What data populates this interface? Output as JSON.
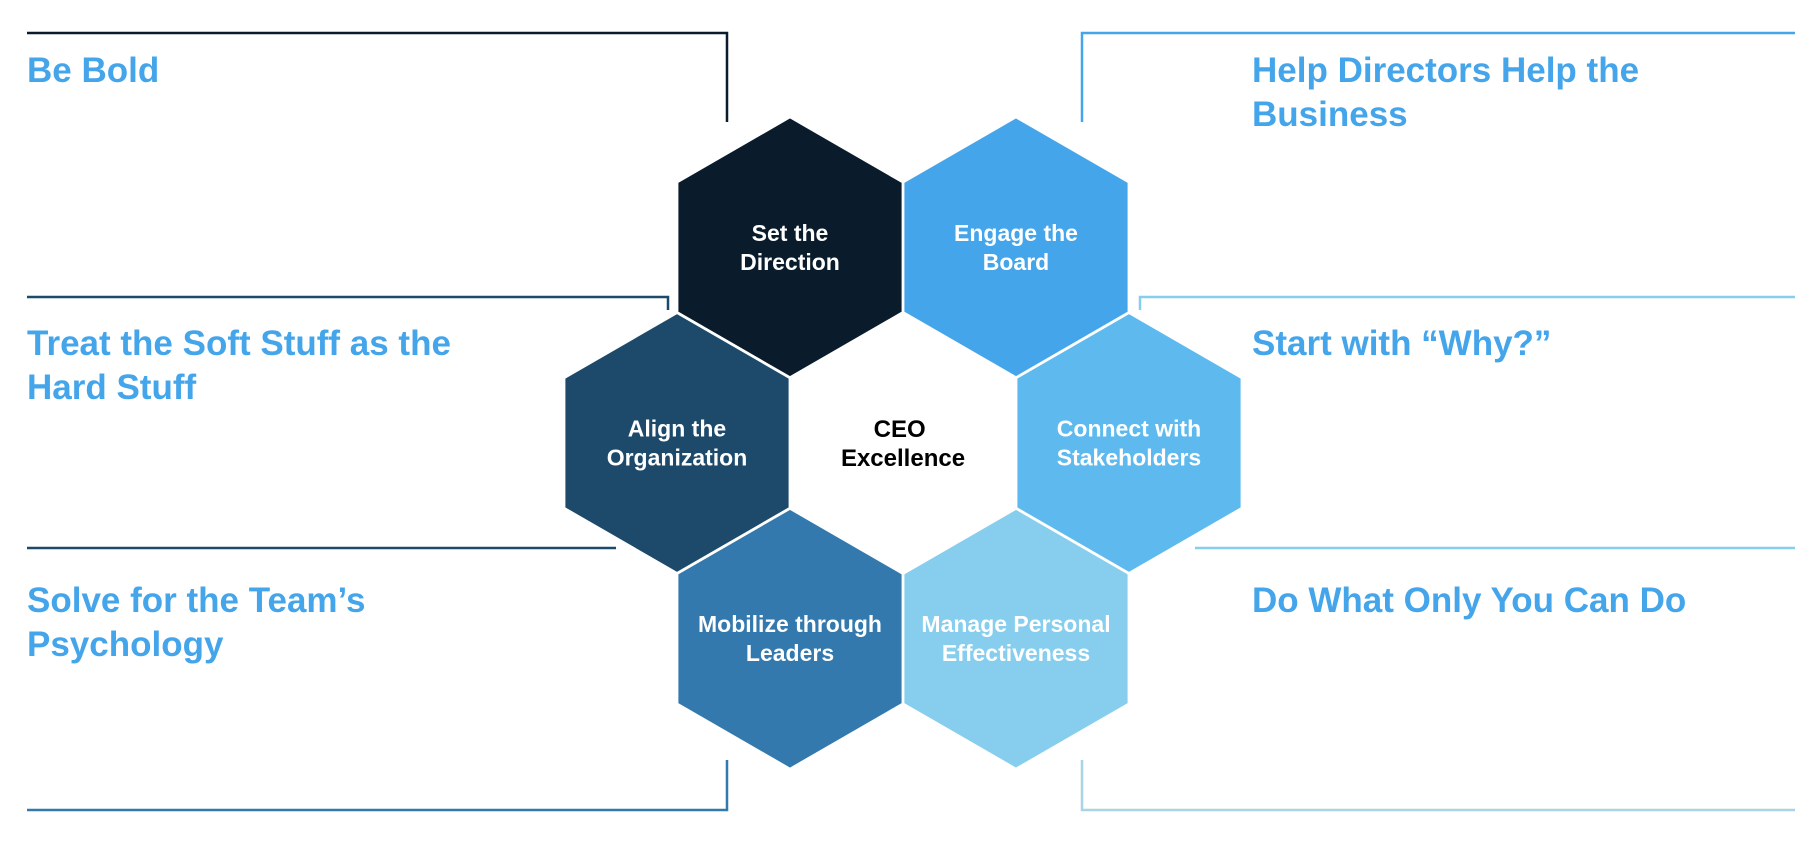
{
  "center": {
    "lines": [
      "CEO",
      "Excellence"
    ],
    "color": "#000000"
  },
  "hexagons": [
    {
      "id": "set-direction",
      "lines": [
        "Set the",
        "Direction"
      ],
      "fill": "#0a1c2c",
      "text_color": "#ffffff"
    },
    {
      "id": "engage-board",
      "lines": [
        "Engage the",
        "Board"
      ],
      "fill": "#45a5ea",
      "text_color": "#ffffff"
    },
    {
      "id": "connect-stakeholders",
      "lines": [
        "Connect with",
        "Stakeholders"
      ],
      "fill": "#5db9ee",
      "text_color": "#ffffff"
    },
    {
      "id": "manage-effectiveness",
      "lines": [
        "Manage Personal",
        "Effectiveness"
      ],
      "fill": "#87ceee",
      "text_color": "#ffffff"
    },
    {
      "id": "mobilize-leaders",
      "lines": [
        "Mobilize through",
        "Leaders"
      ],
      "fill": "#3379ad",
      "text_color": "#ffffff"
    },
    {
      "id": "align-organization",
      "lines": [
        "Align the",
        "Organization"
      ],
      "fill": "#1d4a6b",
      "text_color": "#ffffff"
    }
  ],
  "practices": {
    "top_left": {
      "lines": [
        "Be Bold"
      ],
      "line_color": "#0a1c2c"
    },
    "middle_left": {
      "lines": [
        "Treat the Soft Stuff as the",
        "Hard Stuff"
      ],
      "line_color": "#1d4a6b"
    },
    "bottom_left": {
      "lines": [
        "Solve for the Team’s",
        "Psychology"
      ],
      "line_color": "#3379ad"
    },
    "top_right": {
      "lines": [
        "Help Directors Help the",
        "Business"
      ],
      "line_color": "#45a5ea"
    },
    "middle_right": {
      "lines": [
        "Start with “Why?”"
      ],
      "line_color": "#87ceee"
    },
    "bottom_right": {
      "lines": [
        "Do What Only You Can Do"
      ],
      "line_color": "#a8d4e6"
    }
  },
  "colors": {
    "practice_text": "#45a5ea"
  }
}
